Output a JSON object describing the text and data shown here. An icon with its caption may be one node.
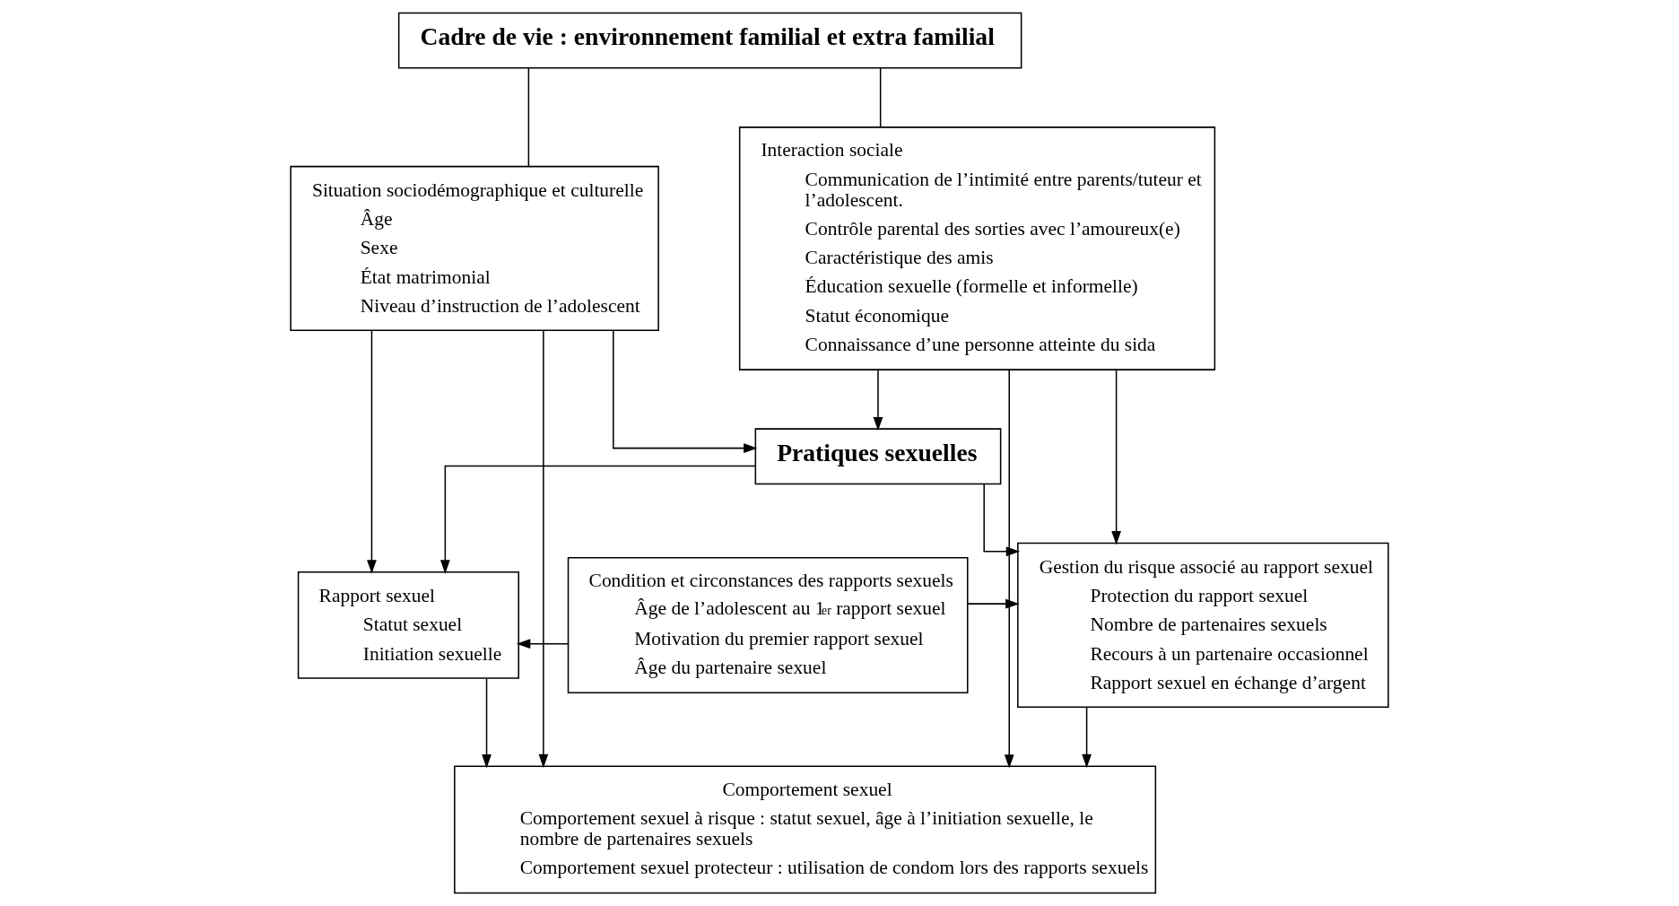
{
  "diagram": {
    "nodes": [
      {
        "text": [
          "Cadre de vie : environnement familial et extra familial"
        ]
      },
      {
        "text": [
          "Situation sociodémographique et culturelle",
          "Âge",
          "Sexe",
          "État matrimonial",
          "Niveau d’instruction de l’adolescent"
        ]
      },
      {
        "text": [
          "Interaction sociale",
          "Communication de l’intimité entre parents/tuteur et l’adolescent.",
          "Contrôle parental des sorties avec l’amoureux(e)",
          "Caractéristique des amis",
          "Éducation sexuelle (formelle et informelle)",
          "Statut économique",
          "Connaissance d’une personne atteinte du sida"
        ]
      },
      {
        "text": [
          "Pratiques sexuelles"
        ]
      },
      {
        "text": [
          "Rapport sexuel",
          "Statut sexuel",
          "Initiation sexuelle"
        ]
      },
      {
        "text": [
          "Condition et circonstances des rapports sexuels",
          "Âge de l’adolescent au 1$^{er}$ rapport sexuel",
          "Motivation du premier rapport sexuel",
          "Âge du partenaire sexuel"
        ]
      },
      {
        "text": [
          "Gestion du risque associé au rapport sexuel",
          "Protection du rapport sexuel",
          "Nombre de partenaires sexuels",
          "Recours à un partenaire occasionnel",
          "Rapport sexuel en échange d’argent"
        ]
      },
      {
        "text": [
          "Comportement sexuel",
          "Comportement sexuel à risque : statut sexuel, âge à l’initiation sexuelle, le nombre de partenaires sexuels",
          "Comportement sexuel protecteur : utilisation de condom lors des rapports sexuels"
        ]
      }
    ],
    "edges": [
      {
        "from": 0,
        "to": 1,
        "arrow": "none"
      },
      {
        "from": 0,
        "to": 2,
        "arrow": "none"
      },
      {
        "from": 1,
        "to": 3,
        "arrow": "to"
      },
      {
        "from": 2,
        "to": 3,
        "arrow": "to"
      },
      {
        "from": 1,
        "to": 4,
        "arrow": "to"
      },
      {
        "from": 2,
        "to": 6,
        "arrow": "to"
      },
      {
        "from": 3,
        "to": 4,
        "arrow": "to"
      },
      {
        "from": 3,
        "to": 6,
        "arrow": "to"
      },
      {
        "from": 5,
        "to": 4,
        "arrow": "to"
      },
      {
        "from": 5,
        "to": 6,
        "arrow": "to"
      },
      {
        "from": 4,
        "to": 7,
        "arrow": "to"
      },
      {
        "from": 6,
        "to": 7,
        "arrow": "to"
      },
      {
        "from": 1,
        "to": 7,
        "arrow": "to"
      },
      {
        "from": 2,
        "to": 7,
        "arrow": "to"
      }
    ]
  }
}
